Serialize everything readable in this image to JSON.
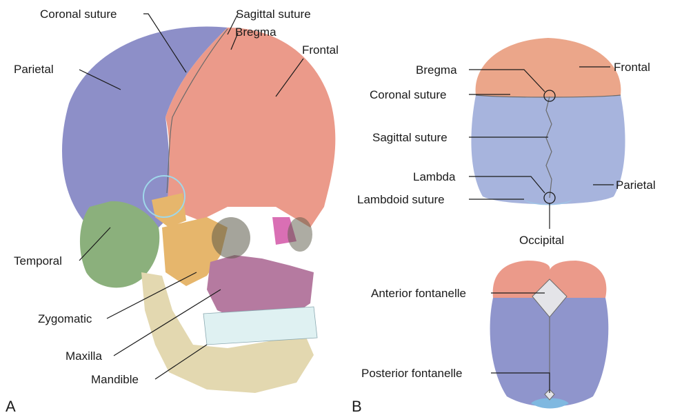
{
  "panels": {
    "a": "A",
    "b": "B"
  },
  "skull_lateral": {
    "labels": {
      "coronal_suture": "Coronal suture",
      "sagittal_suture": "Sagittal suture",
      "bregma": "Bregma",
      "frontal": "Frontal",
      "parietal": "Parietal",
      "temporal": "Temporal",
      "zygomatic": "Zygomatic",
      "maxilla": "Maxilla",
      "mandible": "Mandible"
    }
  },
  "skull_superior": {
    "labels": {
      "bregma": "Bregma",
      "frontal": "Frontal",
      "coronal_suture": "Coronal suture",
      "sagittal_suture": "Sagittal suture",
      "lambda": "Lambda",
      "parietal": "Parietal",
      "lambdoid_suture": "Lambdoid suture",
      "occipital": "Occipital"
    }
  },
  "skull_infant": {
    "labels": {
      "anterior_fontanelle": "Anterior fontanelle",
      "posterior_fontanelle": "Posterior fontanelle"
    }
  },
  "colors": {
    "frontal": "#eb9a8a",
    "parietal": "#8d8fc8",
    "temporal": "#8bb07c",
    "zygomatic": "#e6b66c",
    "maxilla": "#b57aa0",
    "mandible": "#e3d8b0",
    "occipital": "#7fb8e0",
    "teeth": "#dff1f2",
    "highlight_circle": "#9fd8ea"
  }
}
